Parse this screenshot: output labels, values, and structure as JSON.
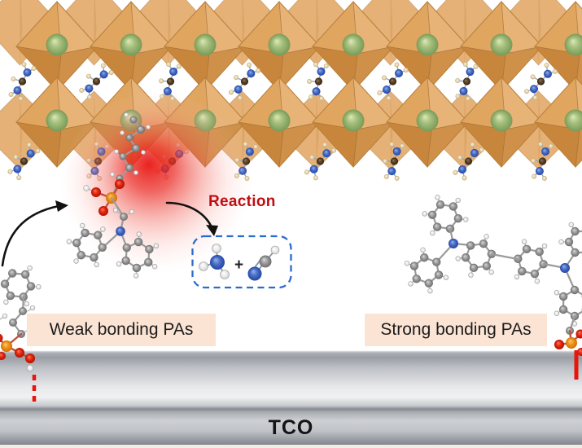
{
  "figure": {
    "reaction_label": "Reaction",
    "plus_sign": "+",
    "weak_label": "Weak bonding PAs",
    "strong_label": "Strong bonding PAs",
    "tco_label": "TCO"
  },
  "colors": {
    "reaction_text": "#c00d12",
    "label_box_bg": "#fbe4d4",
    "label_text": "#1c1c1c",
    "octahedron_tan": "#d99a52",
    "a_site_cation_green": "#8fb46c",
    "nitrogen_blue": "#3f63bd",
    "oxygen_red": "#e01808",
    "phosphorus_orange": "#ee8c17",
    "carbon_gray": "#8c8c8c",
    "hydrogen_white": "#f2f2f2",
    "fa_carbon_brown": "#53402a",
    "reaction_box_blue": "#2a6bcc",
    "bond_red": "#e8150a",
    "glow_red": "#e91612",
    "tco_gray": "#b7bac0",
    "background": "#ffffff"
  }
}
